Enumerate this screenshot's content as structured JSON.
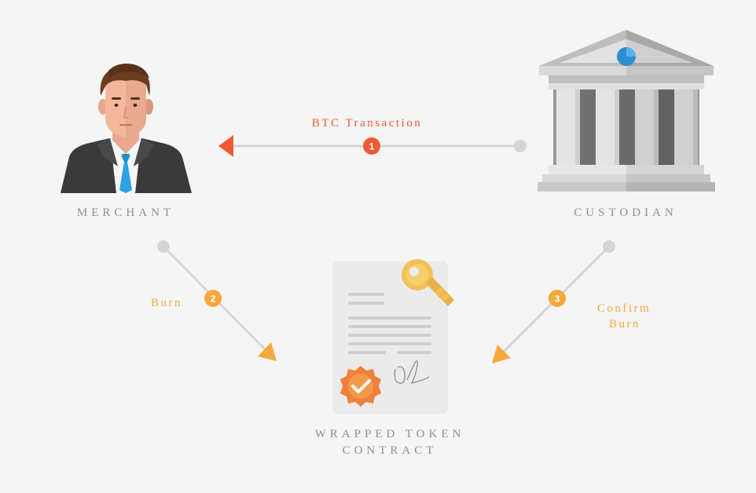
{
  "nodes": {
    "merchant": {
      "label": "MERCHANT"
    },
    "custodian": {
      "label": "CUSTODIAN"
    },
    "contract": {
      "label_line1": "WRAPPED TOKEN",
      "label_line2": "CONTRACT"
    }
  },
  "edges": {
    "btc_transaction": {
      "label": "BTC Transaction",
      "step": "1",
      "color": "#ef5a34"
    },
    "burn": {
      "label": "Burn",
      "step": "2",
      "color": "#f6a93b"
    },
    "confirm_burn": {
      "label_line1": "Confirm",
      "label_line2": "Burn",
      "step": "3",
      "color": "#f6a93b"
    }
  },
  "colors": {
    "background": "#f5f5f5",
    "line": "#d5d5d5",
    "label_gray": "#8f8f8f",
    "red": "#ef5a34",
    "orange": "#f6a93b"
  },
  "icons": {
    "merchant": "businessman-icon",
    "custodian": "bank-building-icon",
    "contract": "signed-document-icon",
    "key": "key-icon",
    "seal": "verified-seal-icon"
  }
}
